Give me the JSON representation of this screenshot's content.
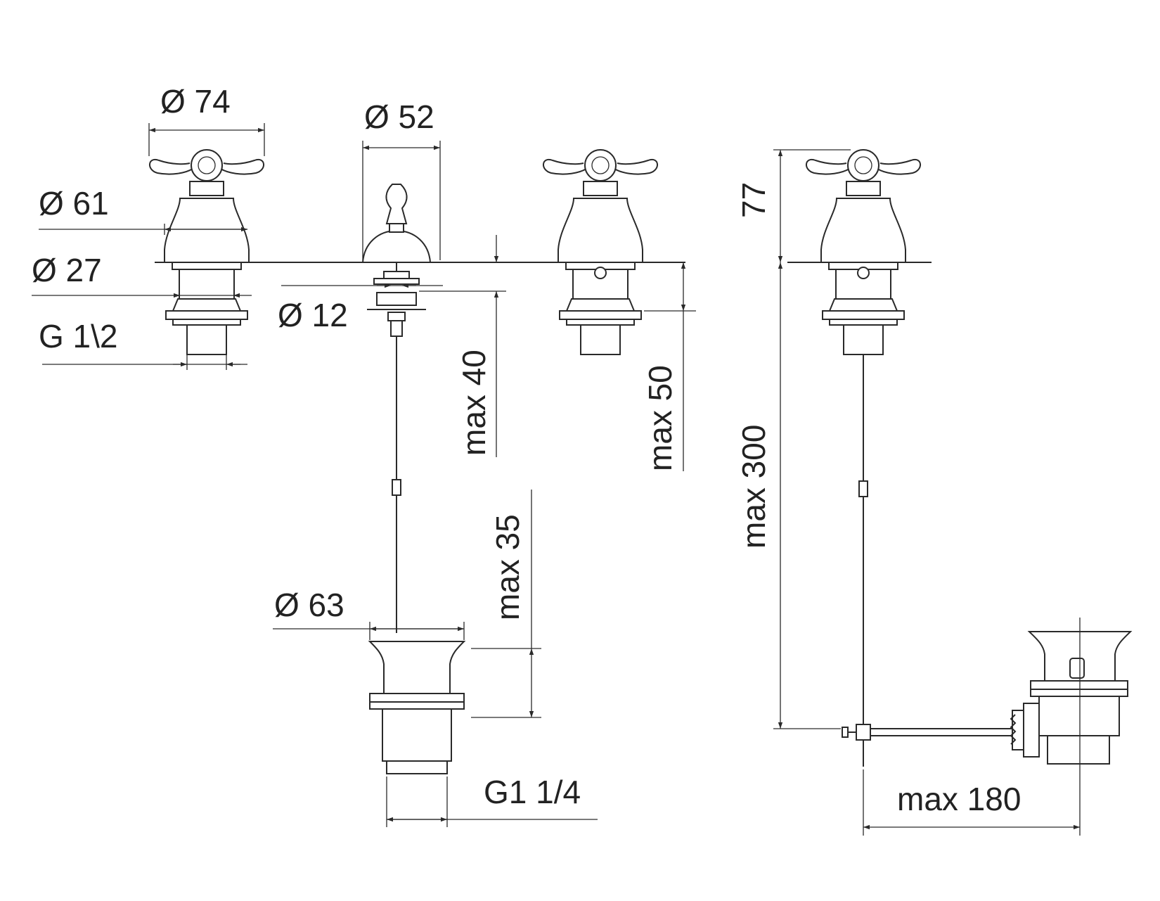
{
  "dimensions": {
    "handle_diameter": "Ø 74",
    "spout_diameter": "Ø 52",
    "base_diameter": "Ø 61",
    "shank_diameter": "Ø 27",
    "handle_thread": "G 1\\2",
    "rod_diameter": "Ø 12",
    "spout_shank_depth": "max 40",
    "tap_shank_depth": "max 50",
    "handle_height": "77",
    "pop_up_length": "max 300",
    "waste_height": "max 35",
    "waste_diameter": "Ø 63",
    "waste_thread": "G1 1/4",
    "rod_reach": "max 180"
  },
  "colors": {
    "line": "#2a2a2a",
    "text": "#222222",
    "background": "#ffffff"
  }
}
